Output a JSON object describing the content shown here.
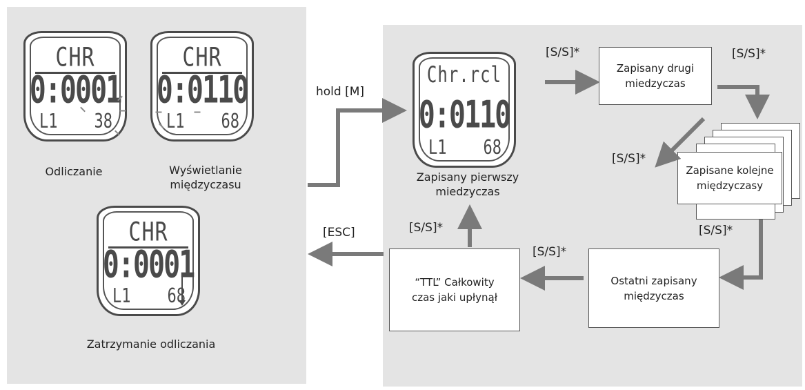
{
  "watches": {
    "w1": {
      "title": "CHR",
      "time": "0:0001",
      "lap": "L1",
      "val": "38"
    },
    "w2": {
      "title": "CHR",
      "time": "0:0110",
      "lap": "L1",
      "val": "68"
    },
    "w3": {
      "title": "CHR",
      "time": "0:0001",
      "lap": "L1",
      "val": "68"
    },
    "w4": {
      "title": "Chr.rcl",
      "time": "0:0110",
      "lap": "L1",
      "val": "68"
    }
  },
  "captions": {
    "counting": "Odliczanie",
    "split_display_line1": "Wyświetlanie",
    "split_display_line2": "międzyczasu",
    "stop": "Zatrzymanie odliczania",
    "first_saved_line1": "Zapisany pierwszy",
    "first_saved_line2": "miedzyczas"
  },
  "boxes": {
    "second_line1": "Zapisany drugi",
    "second_line2": "miedzyczas",
    "next_line1": "Zapisane kolejne",
    "next_line2": "międzyczasy",
    "last_line1": "Ostatni zapisany",
    "last_line2": "międzyczas",
    "ttl_line1": "“TTL” Całkowity",
    "ttl_line2": "czas jaki upłynął"
  },
  "labels": {
    "hold_m": "hold  [M]",
    "esc": "[ESC]",
    "ss1": "[S/S]*",
    "ss2": "[S/S]*",
    "ss3": "[S/S]*",
    "ss4": "[S/S]*",
    "ss5": "[S/S]*",
    "ss6": "[S/S]*"
  },
  "colors": {
    "panel": "#e4e4e4",
    "arrow": "#7a7a7a",
    "lcd": "#4a4a4a"
  }
}
